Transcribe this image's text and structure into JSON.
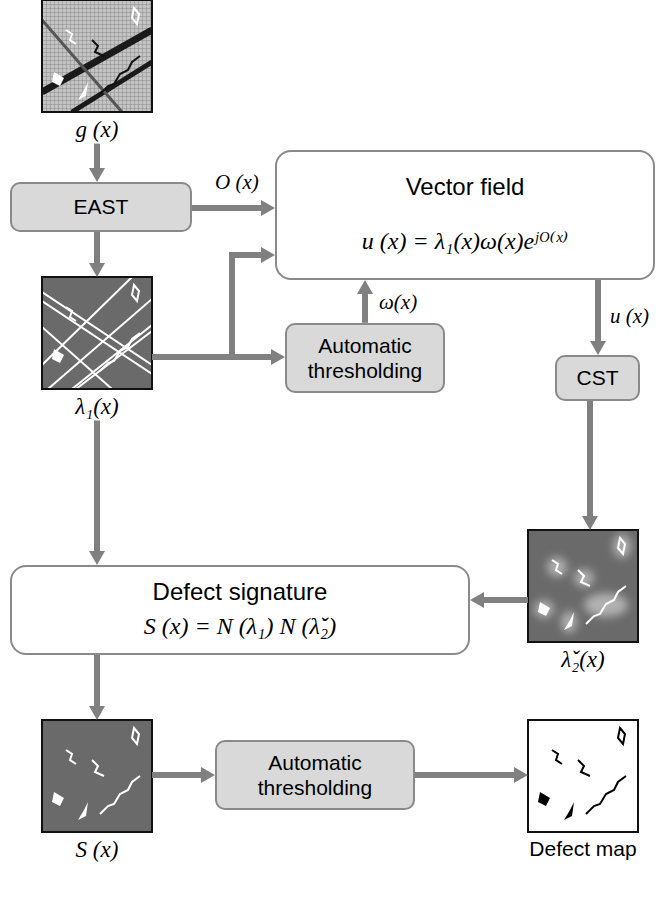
{
  "diagram": {
    "nodes": [
      {
        "text": [
          "g (x)"
        ]
      },
      {
        "text": [
          "EAST"
        ]
      },
      {
        "text": [
          "Vector field",
          "u (x) = λ₁(x)ω(x)eʲᴼ⁽ˣ⁾"
        ]
      },
      {
        "text": [
          "λ₁(x)"
        ]
      },
      {
        "text": [
          "Automatic thresholding"
        ]
      },
      {
        "text": [
          "CST"
        ]
      },
      {
        "text": [
          "λ̌₂(x)"
        ]
      },
      {
        "text": [
          "Defect signature",
          "S (x) = N (λ₁) N (λ̌₂)"
        ]
      },
      {
        "text": [
          "S (x)"
        ]
      },
      {
        "text": [
          "Automatic thresholding"
        ]
      },
      {
        "text": [
          "Defect map"
        ]
      }
    ],
    "edges": [
      {
        "from": 0,
        "to": 1,
        "arrow": "to"
      },
      {
        "from": 1,
        "to": 2,
        "label": "O (x)",
        "arrow": "to"
      },
      {
        "from": 1,
        "to": 3,
        "arrow": "to"
      },
      {
        "from": 3,
        "to": 2,
        "arrow": "to"
      },
      {
        "from": 3,
        "to": 4,
        "arrow": "to"
      },
      {
        "from": 4,
        "to": 2,
        "label": "ω(x)",
        "arrow": "to"
      },
      {
        "from": 2,
        "to": 5,
        "label": "u (x)",
        "arrow": "to"
      },
      {
        "from": 5,
        "to": 6,
        "arrow": "to"
      },
      {
        "from": 6,
        "to": 7,
        "arrow": "to"
      },
      {
        "from": 3,
        "to": 7,
        "arrow": "to"
      },
      {
        "from": 7,
        "to": 8,
        "arrow": "to"
      },
      {
        "from": 8,
        "to": 9,
        "arrow": "to"
      },
      {
        "from": 9,
        "to": 10,
        "arrow": "to"
      }
    ]
  }
}
